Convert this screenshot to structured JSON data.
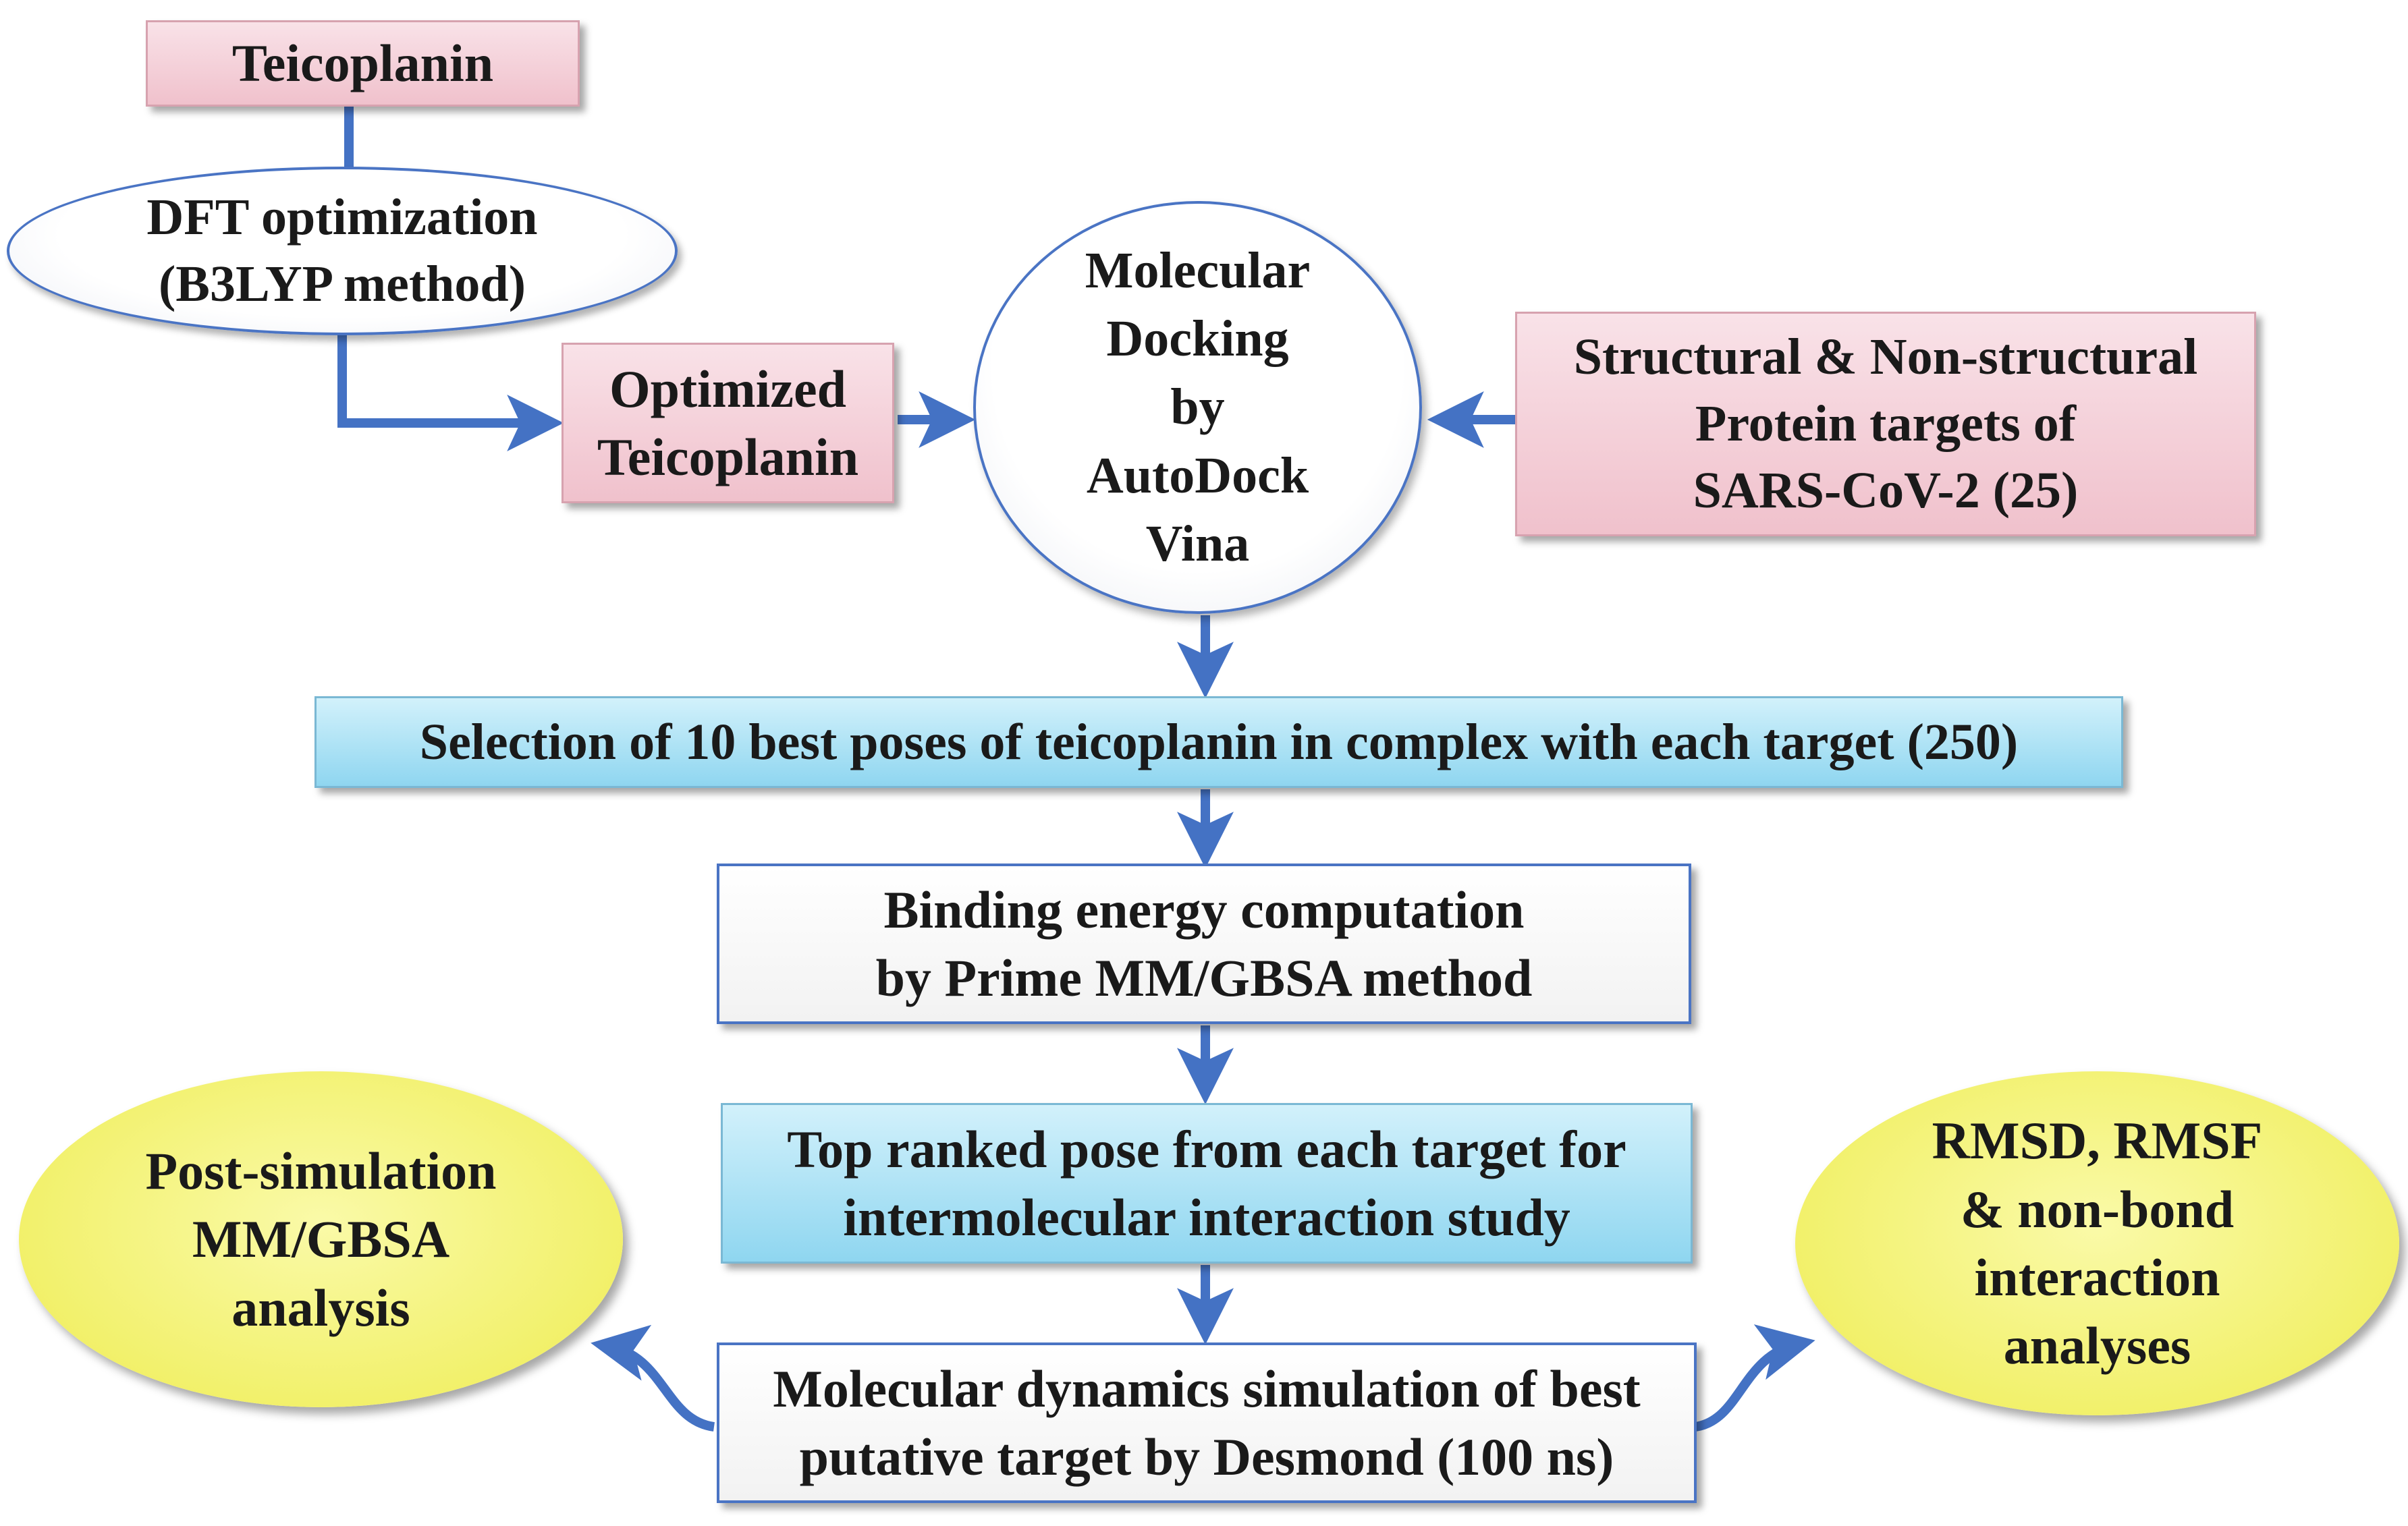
{
  "colors": {
    "connector": "#4472c4",
    "pink_box": "#f3cad3",
    "cyan_box": "#a9def3",
    "yellow_oval": "#f1f067",
    "outline_blue": "#4a74c4"
  },
  "nodes": {
    "teicoplanin": {
      "lines": [
        "Teicoplanin"
      ]
    },
    "dft_optimization": {
      "lines": [
        "DFT optimization",
        "(B3LYP method)"
      ]
    },
    "optimized_teicoplanin": {
      "lines": [
        "Optimized",
        "Teicoplanin"
      ]
    },
    "molecular_docking": {
      "lines": [
        "Molecular",
        "Docking",
        "by",
        "AutoDock",
        "Vina"
      ]
    },
    "protein_targets": {
      "lines": [
        "Structural & Non-structural",
        "Protein targets of",
        "SARS-CoV-2 (25)"
      ]
    },
    "best_poses": {
      "lines": [
        "Selection of 10 best poses of teicoplanin in complex with each target (250)"
      ]
    },
    "binding_energy": {
      "lines": [
        "Binding energy computation",
        "by Prime MM/GBSA method"
      ]
    },
    "top_ranked_pose": {
      "lines": [
        "Top ranked pose from each target for",
        "intermolecular interaction study"
      ]
    },
    "md_simulation": {
      "lines": [
        "Molecular dynamics simulation of best",
        "putative target by Desmond (100 ns)"
      ]
    },
    "post_simulation": {
      "lines": [
        "Post-simulation",
        "MM/GBSA",
        "analysis"
      ]
    },
    "rmsd_analyses": {
      "lines": [
        "RMSD, RMSF",
        "& non-bond",
        "interaction",
        "analyses"
      ]
    }
  }
}
